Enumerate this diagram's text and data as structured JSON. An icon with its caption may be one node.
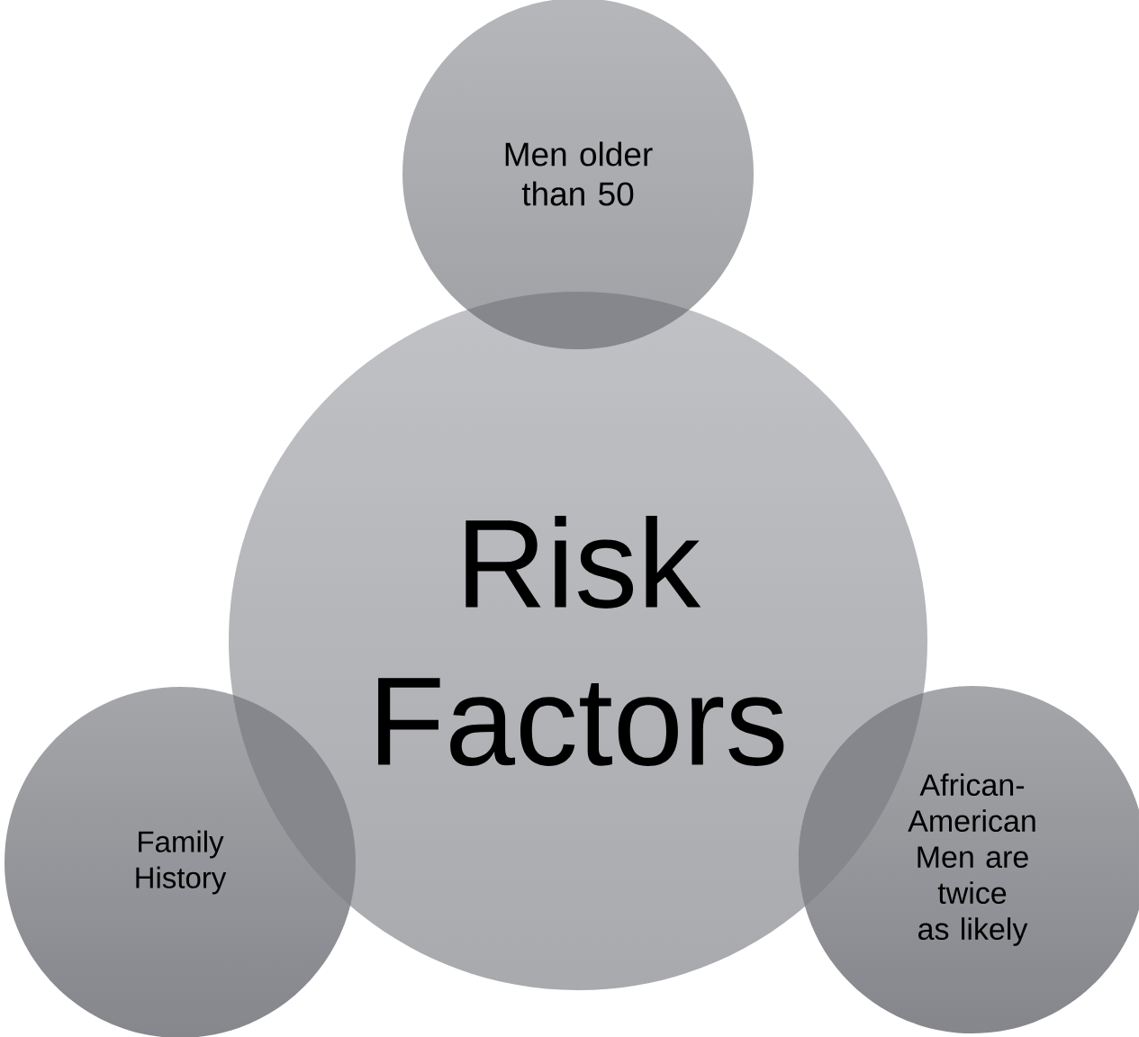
{
  "diagram": {
    "nodes": [
      {
        "text": [
          "Men older than 50"
        ]
      },
      {
        "text": [
          "Risk Factors"
        ]
      },
      {
        "text": [
          "Family History"
        ]
      },
      {
        "text": [
          "African- American Men are twice as likely"
        ]
      }
    ]
  }
}
